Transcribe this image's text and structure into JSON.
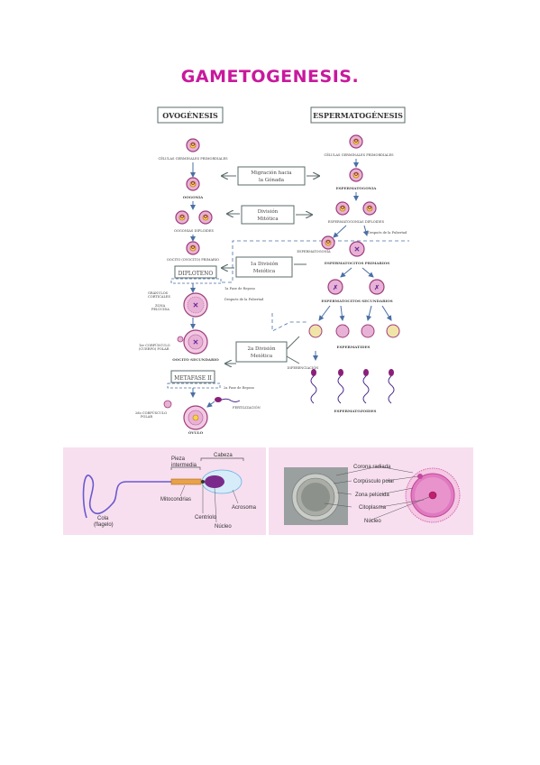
{
  "title": "GAMETOGENESIS.",
  "diagram": {
    "ovo_header": "OVOGÉNESIS",
    "esp_header": "ESPERMATOGÉNESIS",
    "box_migracion": [
      "Migración hacia",
      "la Gónada"
    ],
    "box_mitotica": [
      "División",
      "Mitótica"
    ],
    "box_1a": [
      "1a División",
      "Meiótica"
    ],
    "box_2a": [
      "2a División",
      "Meiótica"
    ],
    "box_diploteno": "DIPLOTENO",
    "box_metafase": "METAFASE II",
    "ovo_labels": {
      "germinales": "CÉLULAS GERMINALES PRIMORDIALES",
      "oogonia": "OOGONIA",
      "oogonias_diploides": "OOGONIAS DIPLOIDES",
      "oocito_primario": "OOCITO (OVOCITO) PRIMARIO",
      "reposo1": "1a Fase de Reposo",
      "pubertad": "Después de la Pubertad",
      "granulos": [
        "GRÁNULOS",
        "CORTICALES"
      ],
      "zona": [
        "ZONA",
        "PELÚCIDA"
      ],
      "corpusculo1": [
        "1er CORPÚSCULO",
        "(CUERPO) POLAR"
      ],
      "oocito_secundario": "OOCITO SECUNDARIO",
      "reposo2": "2a Fase de Reposo",
      "fertilizacion": "FERTILIZACIÓN",
      "corpusculo2": [
        "2do CORPÚSCULO",
        "POLAR"
      ],
      "ovulo": "ÓVULO"
    },
    "esp_labels": {
      "germinales": "CÉLULAS GERMINALES PRIMORDIALES",
      "espermatogonia": "ESPERMATOGONIA",
      "espermatogonias_diploides": "ESPERMATOGONIAS DIPLOIDES",
      "pubertad": "Después de la Pubertad",
      "espermatogonia2": "ESPERMATOGONIA",
      "primarios": "ESPERMATOCITOS PRIMARIOS",
      "secundarios": "ESPERMATOCITOS SECUNDARIOS",
      "espermatides": "ESPERMATIDES",
      "diferenciacion": "DIFERENCIACIÓN",
      "espermatozoides": "ESPERMATOZOIDES"
    }
  },
  "sperm": {
    "cabeza": "Cabeza",
    "pieza": [
      "Pieza",
      "intermedia"
    ],
    "mitocondrias": "Mitocondrias",
    "acrosoma": "Acrosoma",
    "centriolo": "Centriolo",
    "nucleo": "Núcleo",
    "cola": [
      "Cola",
      "(flagelo)"
    ]
  },
  "egg": {
    "corona": "Corona radiada",
    "corpusculo": "Corpúsculo polar",
    "zona": "Zona pelúcida",
    "citoplasma": "Citoplasma",
    "nucleo": "Núcleo"
  },
  "colors": {
    "title": "#c8199d",
    "cell": "#e8b2d6",
    "cell_stroke": "#9e3d7c",
    "arrow": "#4a6fa5",
    "box_stroke": "#5b6b6b",
    "panel_bg": "#f7dff0"
  }
}
